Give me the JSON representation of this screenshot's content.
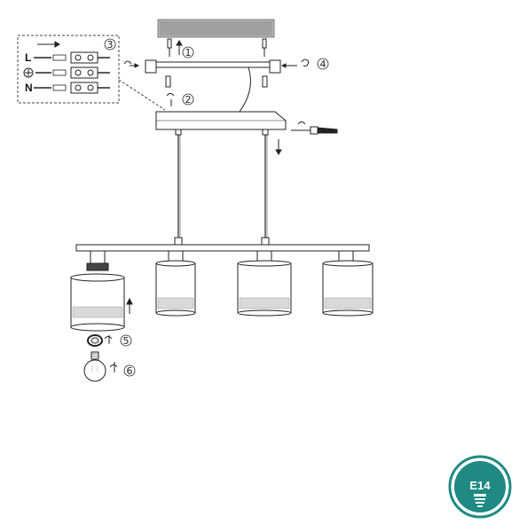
{
  "steps": {
    "s1": "1",
    "s2": "2",
    "s3": "3",
    "s4": "4",
    "s5": "5",
    "s6": "6"
  },
  "wiring": {
    "live": "L",
    "earth_icon": "earth-ground-icon",
    "neutral": "N"
  },
  "badge": {
    "label": "E14",
    "icon": "bulb-icon",
    "color": "#1f8a83"
  },
  "colors": {
    "line": "#222222",
    "ceiling_hatch": "#9a9a9a",
    "shade_band": "#d9d9d9"
  }
}
